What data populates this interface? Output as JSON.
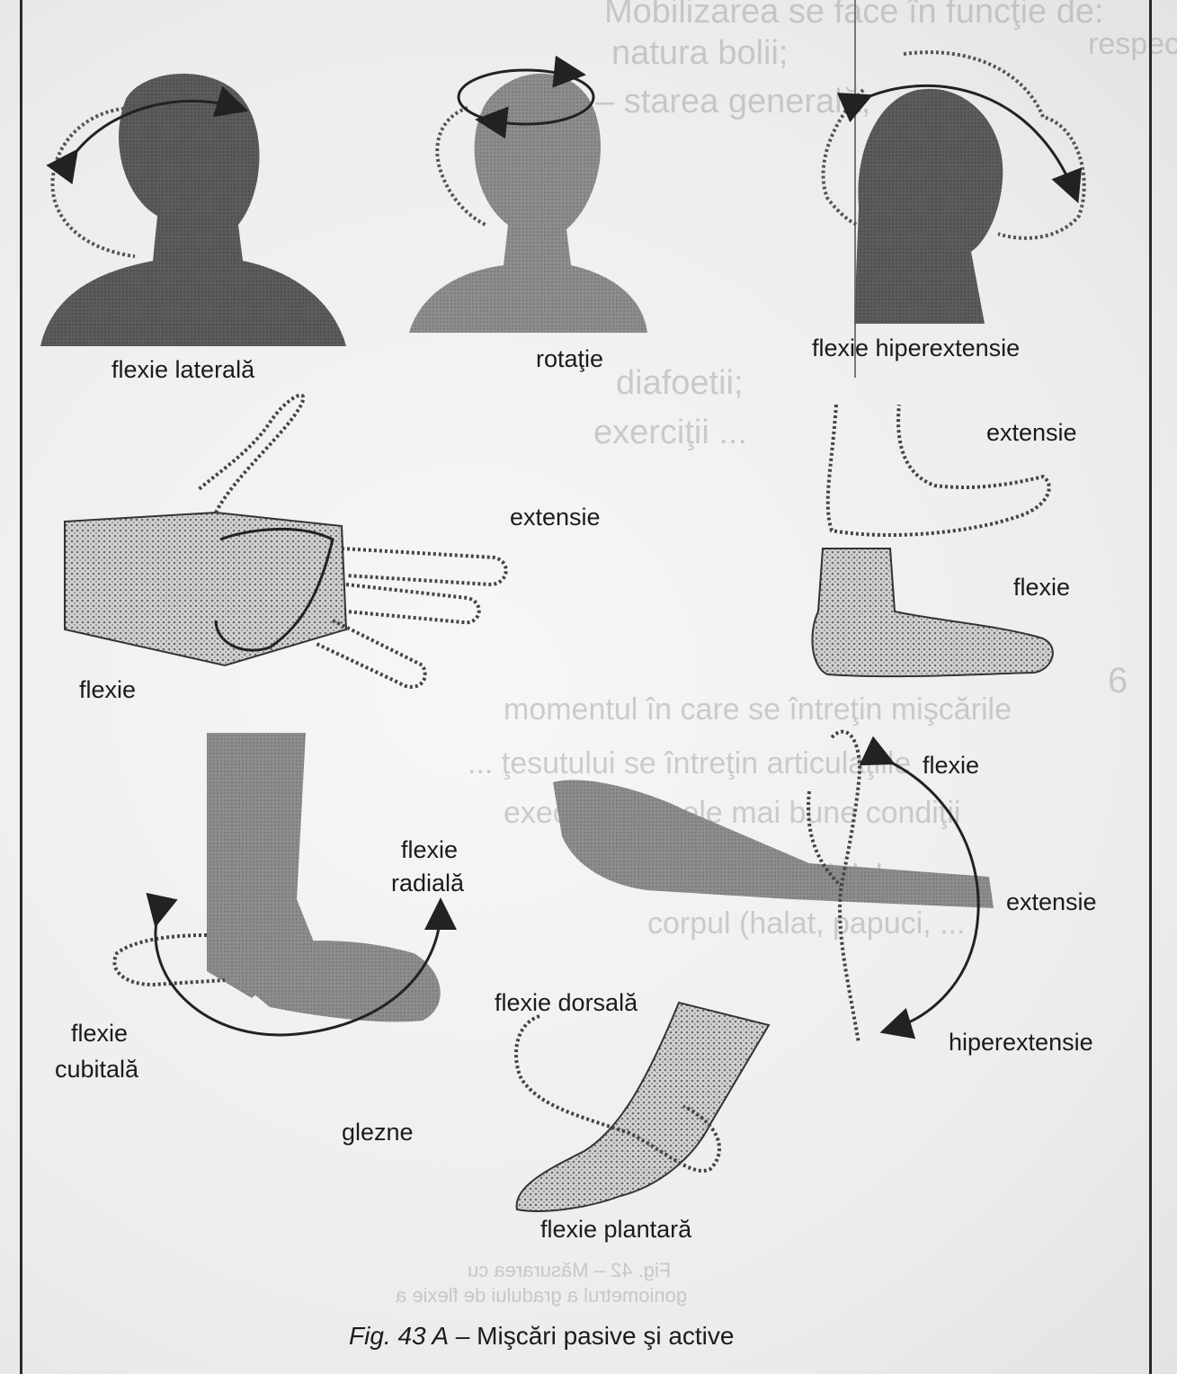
{
  "caption": {
    "figure_ref": "Fig. 43 A",
    "dash": "–",
    "title": "Mişcări pasive şi active"
  },
  "labels": {
    "neck_lateral": "flexie laterală",
    "neck_rotation": "rotaţie",
    "neck_flex_hyperext": "flexie hiperextensie",
    "hand_extension": "extensie",
    "hand_flexion": "flexie",
    "foot_extension": "extensie",
    "foot_flexion": "flexie",
    "wrist_radial_1": "flexie",
    "wrist_radial_2": "radială",
    "wrist_ulnar_1": "flexie",
    "wrist_ulnar_2": "cubitală",
    "elbow_flexion": "flexie",
    "elbow_extension": "extensie",
    "elbow_hyperextension": "hiperextensie",
    "ankle_dorsal": "flexie dorsală",
    "ankle_plantar": "flexie plantară",
    "ankles": "glezne"
  },
  "bleed_text": {
    "top_1": "Mobilizarea se face în funcţie de:",
    "top_2": "natura bolii;",
    "top_3": "– starea generală;",
    "mid_1": "diafoetii;",
    "mid_2": "exerciţii ...",
    "low_1": "momentul în care se întreţin mişcările",
    "low_2": "... ţesutului se întreţin articulaţiile",
    "low_3": "execuţiei în cele mai bune condiţii",
    "low_4": "Pregătiţi materialele ...",
    "low_5": "corpul (halat, papuci, ...",
    "right_1": "respect",
    "right_2": "6",
    "mirror_1": "Fig. 42 – Măsurarea cu",
    "mirror_2": "goniometrul a gradului de flexie a"
  }
}
